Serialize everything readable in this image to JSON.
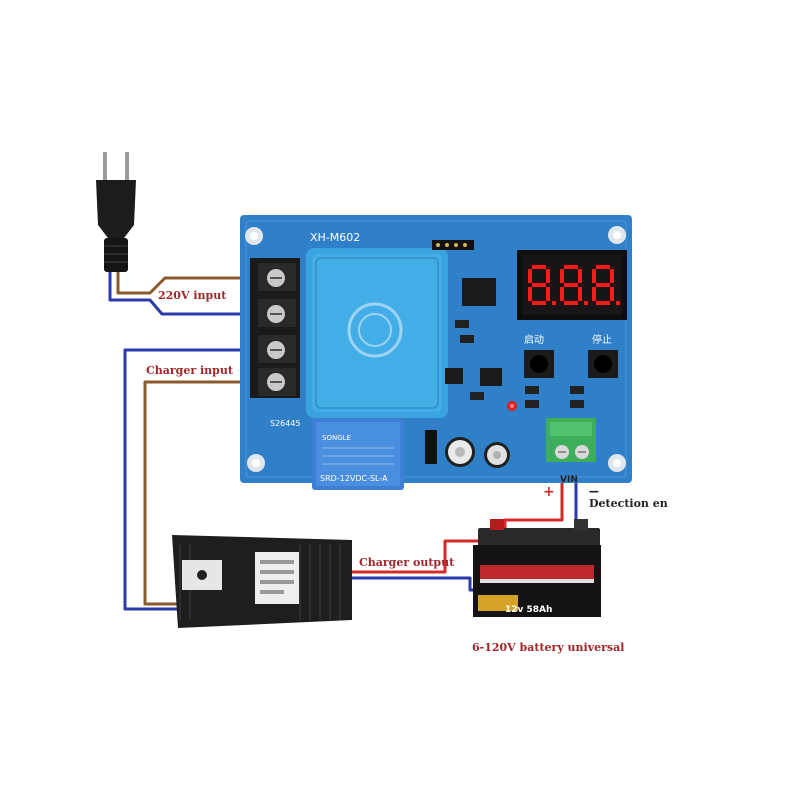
{
  "labels": {
    "ac_input": "220V input",
    "charger_input": "Charger input",
    "charger_output": "Charger output",
    "detection": "Detection en",
    "battery_caption": "6-120V battery universal",
    "vin": "VIN",
    "plus": "+",
    "minus": "−"
  },
  "board": {
    "model": "XH-M602",
    "serial": "S26445",
    "start_label": "启动",
    "stop_label": "停止",
    "display_digits": "8.8.8.",
    "relay_model": "SRD-12VDC-SL-A",
    "relay_brand": "SONGLE"
  },
  "battery": {
    "rating": "12v 58Ah"
  },
  "colors": {
    "pcb": "#2f7fc9",
    "transformer": "#3aa3e0",
    "wire_brown": "#8a5a2b",
    "wire_blue": "#2b3aa8",
    "wire_red": "#d42a2a",
    "display_red": "#ff1a1a",
    "terminal_green": "#3fae5a"
  }
}
